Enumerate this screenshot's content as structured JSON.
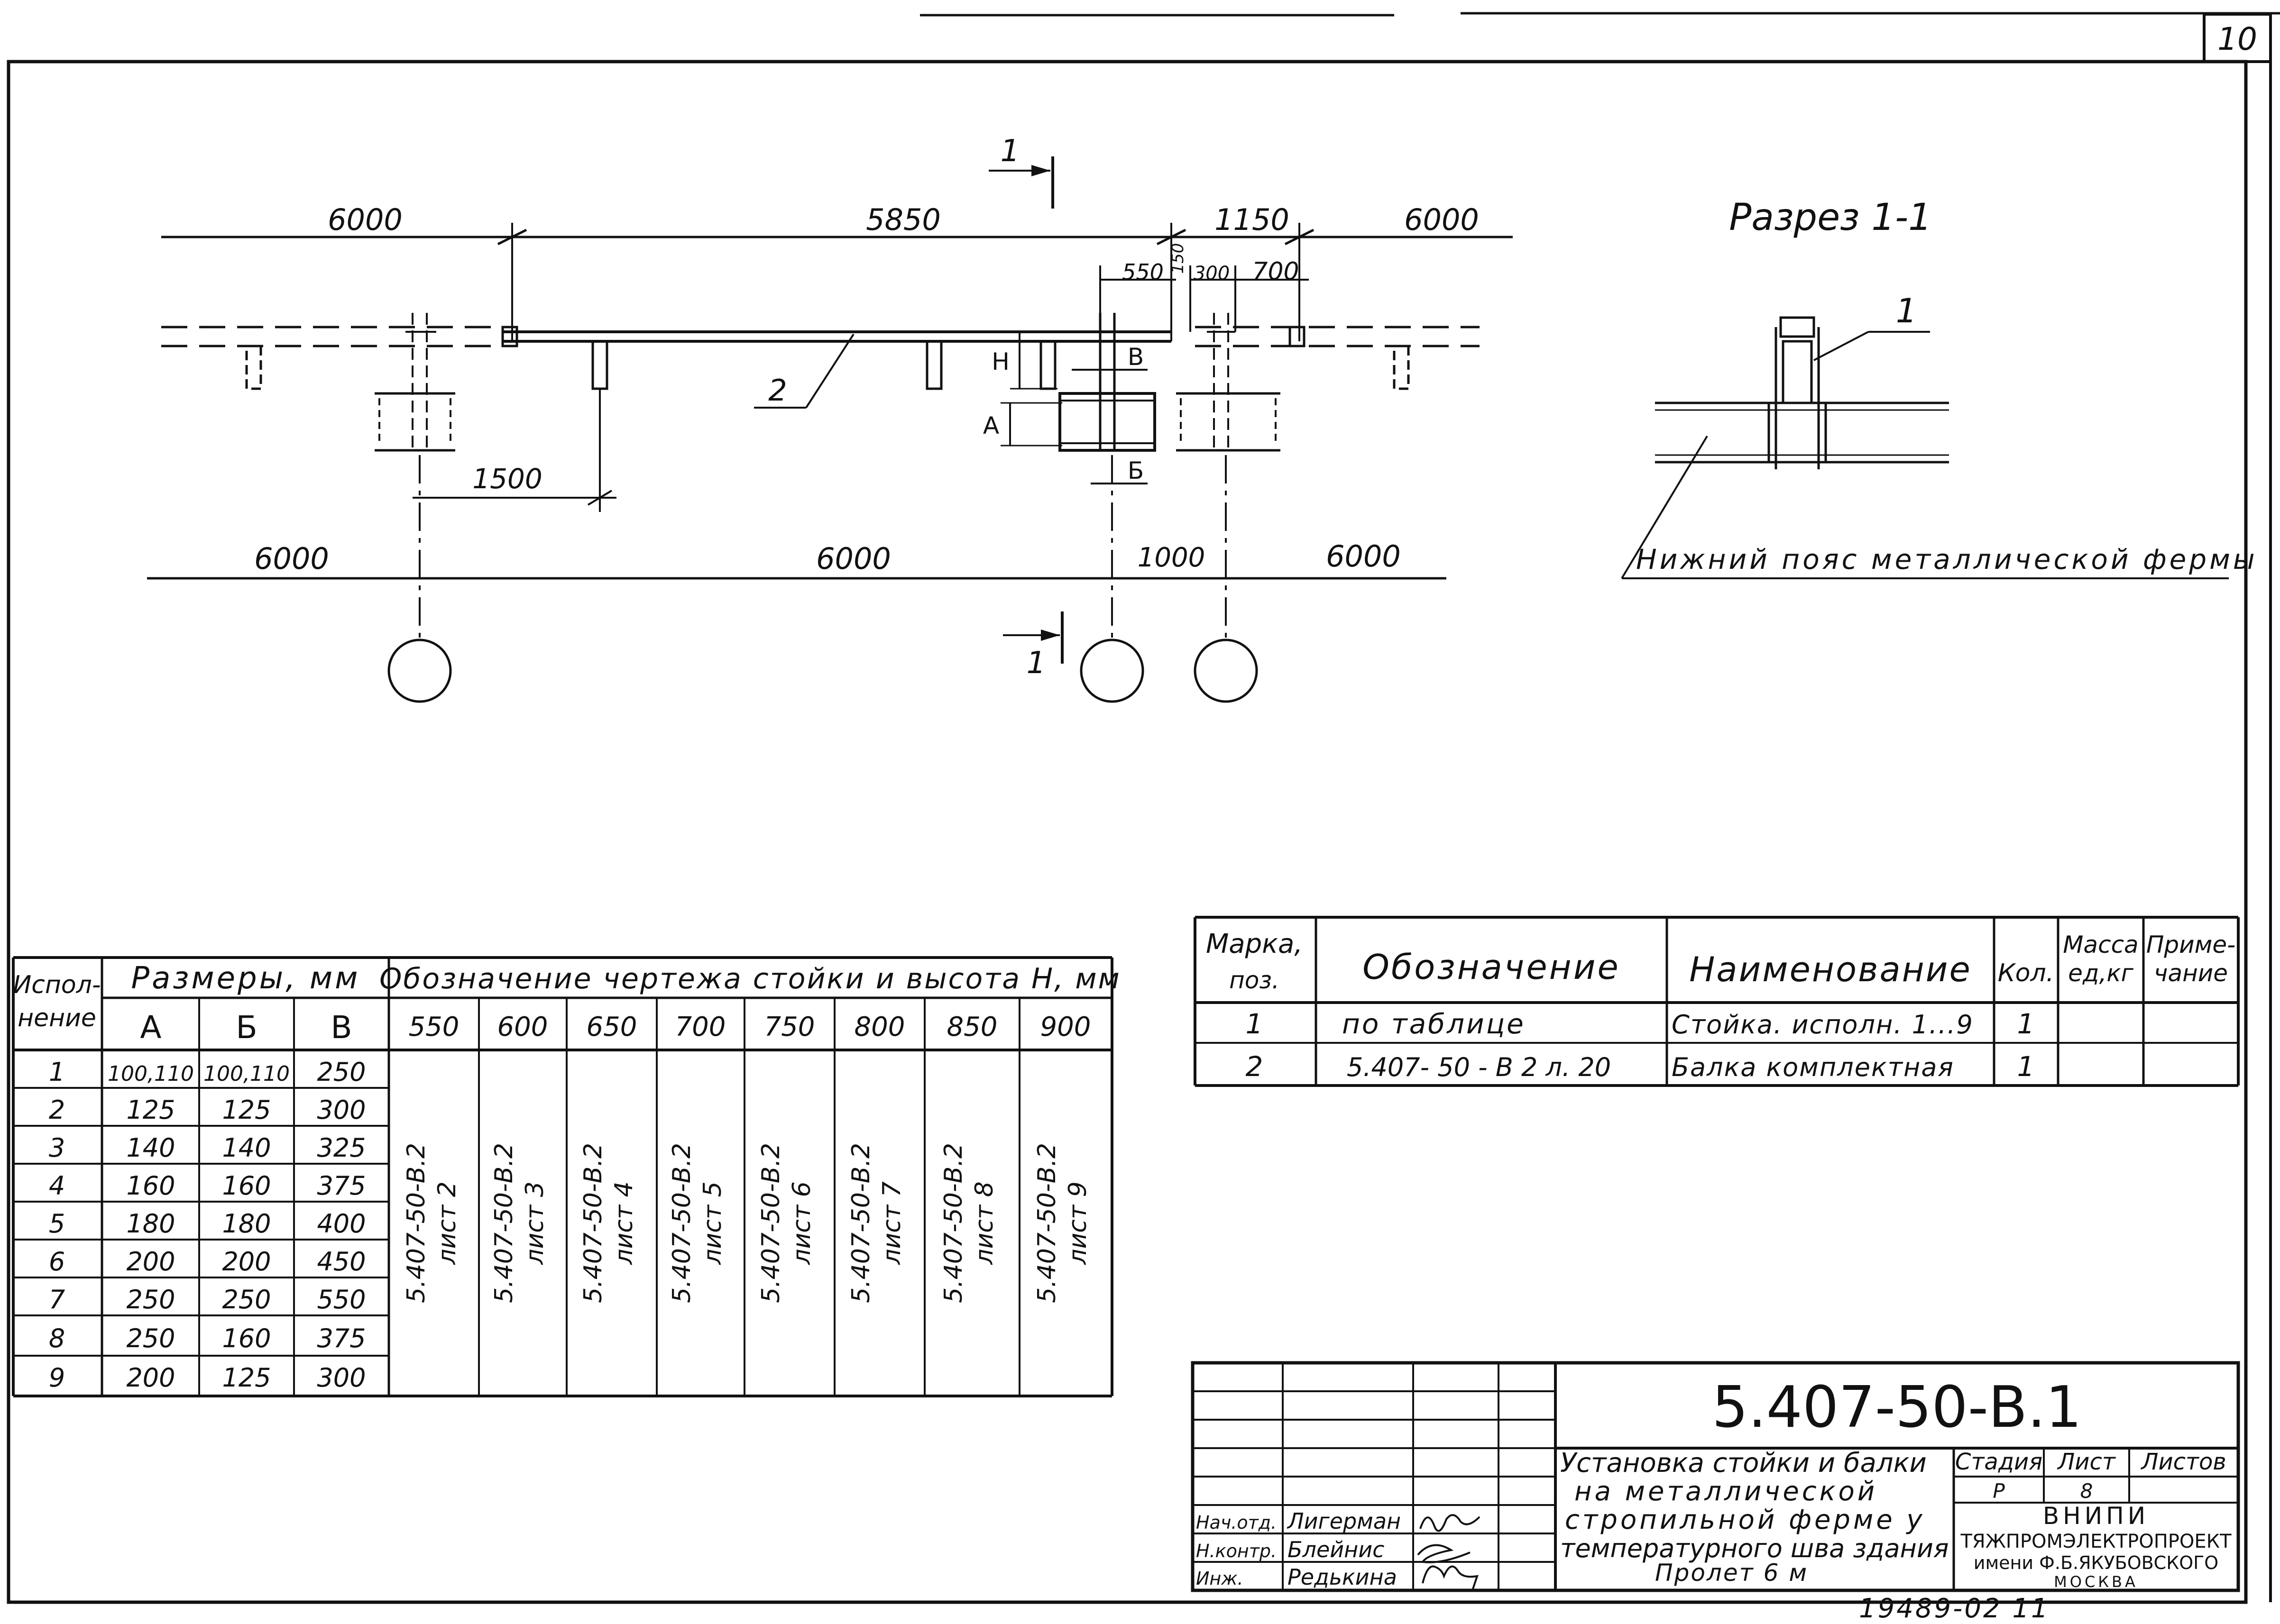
{
  "sheet": {
    "page_number": "10",
    "code": "5.407-50-В.1",
    "archive_number": "19489-02  11"
  },
  "plan": {
    "dims_top": [
      "6000",
      "5850",
      "1150",
      "6000"
    ],
    "dims_small": [
      "550",
      "150",
      "300",
      "700"
    ],
    "dim_1500": "1500",
    "dims_bottom": [
      "6000",
      "6000",
      "1000",
      "6000"
    ],
    "section_mark": "1",
    "callout_2": "2",
    "letter_H": "Н",
    "letter_V": "В",
    "letter_A": "А",
    "letter_B": "Б"
  },
  "section": {
    "title": "Разрез 1-1",
    "callout_1": "1",
    "note": "Нижний пояс металлической фермы"
  },
  "variants_table": {
    "col_variant": "Испол- нение",
    "col_variant_l1": "Испол-",
    "col_variant_l2": "нение",
    "col_sizes": "Размеры, мм",
    "col_drawing": "Обозначение чертежа стойки и высота Н, мм",
    "size_headers": [
      "А",
      "Б",
      "В"
    ],
    "height_headers": [
      "550",
      "600",
      "650",
      "700",
      "750",
      "800",
      "850",
      "900"
    ],
    "rows": [
      [
        "1",
        "100,110",
        "100,110",
        "250"
      ],
      [
        "2",
        "125",
        "125",
        "300"
      ],
      [
        "3",
        "140",
        "140",
        "325"
      ],
      [
        "4",
        "160",
        "160",
        "375"
      ],
      [
        "5",
        "180",
        "180",
        "400"
      ],
      [
        "6",
        "200",
        "200",
        "450"
      ],
      [
        "7",
        "250",
        "250",
        "550"
      ],
      [
        "8",
        "250",
        "160",
        "375"
      ],
      [
        "9",
        "200",
        "125",
        "300"
      ]
    ],
    "drawing_refs": [
      {
        "code": "5.407-50-В.2",
        "sheet": "лист 2"
      },
      {
        "code": "5.407-50-В.2",
        "sheet": "лист 3"
      },
      {
        "code": "5.407-50-В.2",
        "sheet": "лист 4"
      },
      {
        "code": "5.407-50-В.2",
        "sheet": "лист 5"
      },
      {
        "code": "5.407-50-В.2",
        "sheet": "лист 6"
      },
      {
        "code": "5.407-50-В.2",
        "sheet": "лист 7"
      },
      {
        "code": "5.407-50-В.2",
        "sheet": "лист 8"
      },
      {
        "code": "5.407-50-В.2",
        "sheet": "лист 9"
      }
    ]
  },
  "spec_table": {
    "headers": {
      "mark": "Марка, поз.",
      "mark_l1": "Марка,",
      "mark_l2": "поз.",
      "designation": "Обозначение",
      "name": "Наименование",
      "qty": "Кол.",
      "mass": "Масса ед,кг",
      "mass_l1": "Масса",
      "mass_l2": "ед,кг",
      "note": "Приме- чание",
      "note_l1": "Приме-",
      "note_l2": "чание"
    },
    "rows": [
      {
        "mark": "1",
        "designation": "по таблице",
        "name": "Стойка. исполн. 1...9",
        "qty": "1"
      },
      {
        "mark": "2",
        "designation": "5.407- 50 - В 2  л. 20",
        "name": "Балка комплектная",
        "qty": "1"
      }
    ]
  },
  "title_block": {
    "title_lines": [
      "Установка стойки и балки",
      "на металлической",
      "стропильной ферме у",
      "температурного шва здания",
      "Пролет 6 м"
    ],
    "stage_label": "Стадия",
    "sheet_label": "Лист",
    "sheets_label": "Листов",
    "stage_value": "Р",
    "sheet_value": "8",
    "org_lines": [
      "ВНИПИ",
      "ТЯЖПРОМЭЛЕКТРОПРОЕКТ",
      "имени Ф.Б.ЯКУБОВСКОГО",
      "МОСКВА"
    ],
    "signers": [
      {
        "role": "Нач.отд.",
        "name": "Лигерман"
      },
      {
        "role": "Н.контр.",
        "name": "Блейнис"
      },
      {
        "role": "Инж.",
        "name": "Редькина"
      }
    ]
  }
}
